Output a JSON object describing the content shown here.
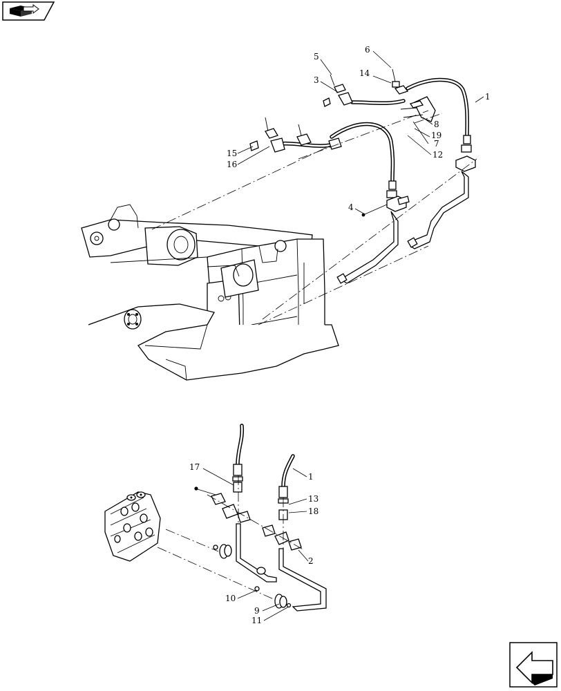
{
  "navigation": {
    "top_left_icon": "book-arrow-icon",
    "bottom_right_icon": "return-arrow-icon"
  },
  "callouts": {
    "c1_top": "1",
    "c3": "3",
    "c4": "4",
    "c5": "5",
    "c6": "6",
    "c7": "7",
    "c8": "8",
    "c12": "12",
    "c14": "14",
    "c15": "15",
    "c16": "16",
    "c19": "19",
    "c17": "17",
    "c1_bottom": "1",
    "c13": "13",
    "c18": "18",
    "c2": "2",
    "c10": "10",
    "c9": "9",
    "c11": "11"
  }
}
